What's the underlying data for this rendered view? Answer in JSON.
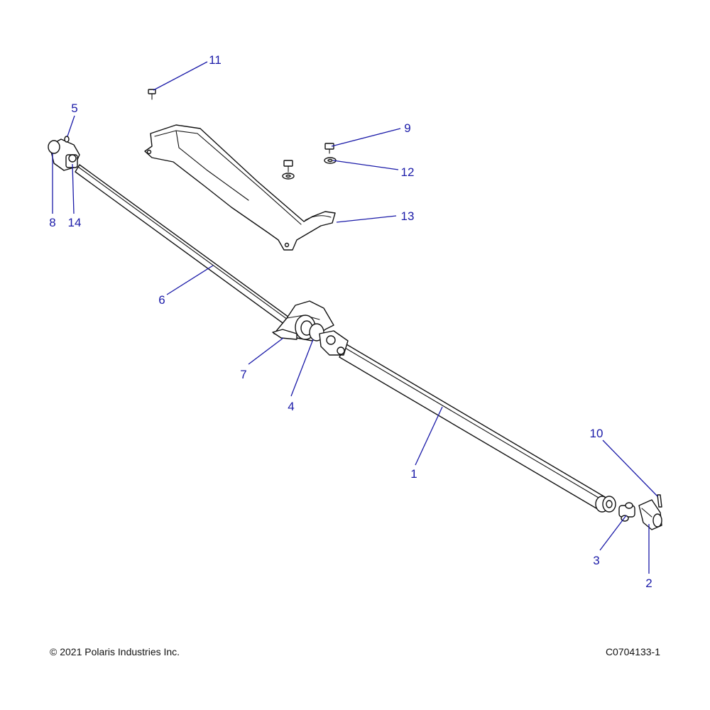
{
  "callouts": [
    {
      "key": "c1",
      "label": "1"
    },
    {
      "key": "c2",
      "label": "2"
    },
    {
      "key": "c3",
      "label": "3"
    },
    {
      "key": "c4",
      "label": "4"
    },
    {
      "key": "c5",
      "label": "5"
    },
    {
      "key": "c6",
      "label": "6"
    },
    {
      "key": "c7",
      "label": "7"
    },
    {
      "key": "c8",
      "label": "8"
    },
    {
      "key": "c9",
      "label": "9"
    },
    {
      "key": "c10",
      "label": "10"
    },
    {
      "key": "c11",
      "label": "11"
    },
    {
      "key": "c12",
      "label": "12"
    },
    {
      "key": "c13",
      "label": "13"
    },
    {
      "key": "c14",
      "label": "14"
    }
  ],
  "footer": {
    "copyright": "© 2021 Polaris Industries Inc.",
    "figure_id": "C0704133-1"
  },
  "colors": {
    "callout": "#1a1aa8",
    "line_art": "#111111",
    "background": "#ffffff"
  }
}
